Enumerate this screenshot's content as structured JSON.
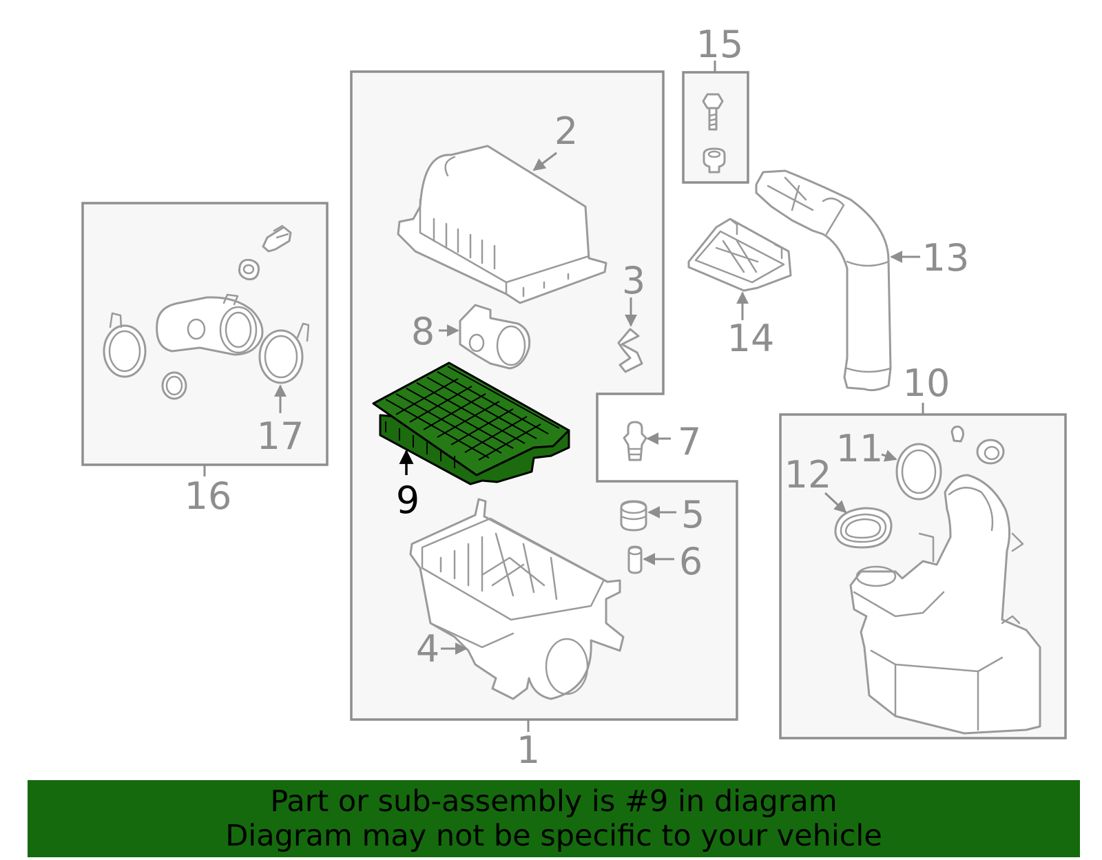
{
  "diagram": {
    "highlight_color": "#1c6b0f",
    "callouts": [
      "1",
      "2",
      "3",
      "4",
      "5",
      "6",
      "7",
      "8",
      "9",
      "10",
      "11",
      "12",
      "13",
      "14",
      "15",
      "16",
      "17"
    ],
    "highlighted_part": "9"
  },
  "banner": {
    "line1": "Part or sub-assembly is #9 in diagram",
    "line2": "Diagram may not be specific to your vehicle",
    "background": "#156a0d"
  }
}
